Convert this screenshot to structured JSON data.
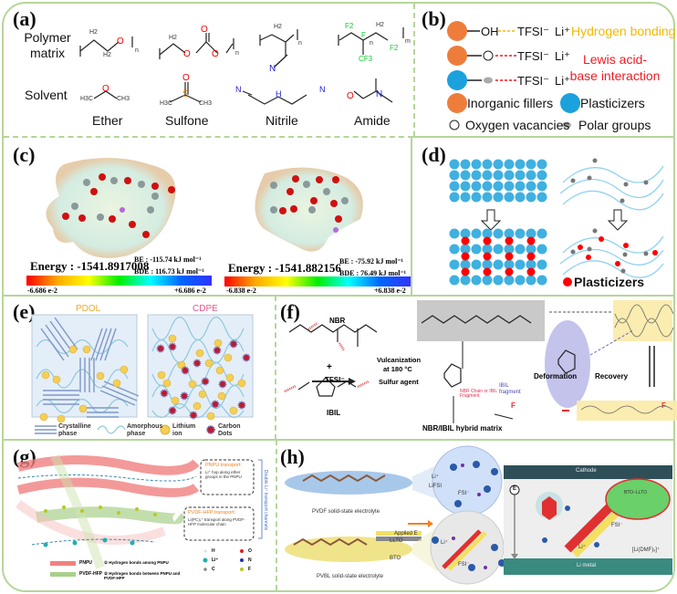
{
  "panels": {
    "a": {
      "label": "(a)",
      "row_polymer": "Polymer matrix",
      "row_solvent": "Solvent",
      "columns": [
        "Ether",
        "Sulfone",
        "Nitrile",
        "Amide"
      ],
      "polymer_atoms": {
        "ether": [
          "H2",
          "O",
          "H2",
          "n"
        ],
        "carbonate": [
          "H2",
          "O",
          "O",
          "O",
          "n"
        ],
        "nitrile": [
          "H2",
          "N",
          "n"
        ],
        "fluoro": [
          "F2",
          "F",
          "H2",
          "CF3",
          "F2",
          "n",
          "m"
        ]
      },
      "solvent_atoms": {
        "ether": [
          "H3C",
          "O",
          "CH3"
        ],
        "sulfone": [
          "O",
          "S",
          "H3C",
          "CH3"
        ],
        "nitrile": [
          "N",
          "H",
          "N"
        ],
        "amide": [
          "O",
          "N"
        ]
      }
    },
    "b": {
      "label": "(b)",
      "rows": [
        {
          "group": "OH",
          "anion": "TFSI⁻",
          "cation": "Li⁺"
        },
        {
          "anion": "TFSI⁻",
          "cation": "Li⁺"
        },
        {
          "anion": "TFSI⁻",
          "cation": "Li⁺"
        }
      ],
      "interaction_1": "Hydrogen bonding",
      "interaction_2": "Lewis acid-base interaction",
      "legend": [
        "Inorganic fillers",
        "Plasticizers",
        "Oxygen vacancies",
        "Polar groups"
      ],
      "colors": {
        "filler": "#ee7d3b",
        "plasticizer": "#1ba1dc",
        "hbond": "#f5b800",
        "lewis": "#ee1c24"
      }
    },
    "c": {
      "label": "(c)",
      "left": {
        "energy": "Energy : -1541.8917008",
        "be": "BE : -115.74 kJ mol⁻¹",
        "bde": "BDE : 116.73 kJ mol⁻¹",
        "min": "-6.686 e-2",
        "max": "+6.686 e-2"
      },
      "right": {
        "energy": "Energy : -1541.882156",
        "be": "BE : -75.92 kJ mol⁻¹",
        "bde": "BDE : 76.49 kJ mol⁻¹",
        "min": "-6.838 e-2",
        "max": "+6.838 e-2"
      }
    },
    "d": {
      "label": "(d)",
      "legend": "Plasticizers"
    },
    "e": {
      "label": "(e)",
      "title_left": "PDOL",
      "title_right": "CDPE",
      "legend": [
        "Crystalline phase",
        "Amorphous phase",
        "Lithium ion",
        "Carbon Dots"
      ]
    },
    "f": {
      "label": "(f)",
      "nbr": "NBR",
      "plus": "+",
      "tfsi": "TFSI⁻",
      "ibil": "IBIL",
      "reaction_1": "Vulcanization",
      "reaction_2": "at 180 °C",
      "reaction_3": "Sulfur agent",
      "chain_note": "NBR Chain or IBIL Fragment",
      "ibil_fragment": "IBIL fragment",
      "matrix": "NBR/IBIL hybrid matrix",
      "deformation": "Deformation",
      "recovery": "Recovery",
      "force": "F"
    },
    "g": {
      "label": "(g)",
      "pnpu_title": "PNPU transport:",
      "pnpu_text": "Li⁺ hop along ether groups in the PNPU",
      "pvdf_title": "PVDF-HFP transport:",
      "pvdf_text": "Li(PC)ₓ⁺ transport along PVDF-HFP molecular chain",
      "side": "Double Li⁺ transport channels",
      "legend_pnpu": "PNPU",
      "legend_pvdf": "PVDF-HFP",
      "hb1": "① Hydrogen bonds among PNPU",
      "hb2": "② Hydrogen bonds between PNPU and PVDF-HFP",
      "atoms": [
        "H",
        "O",
        "Li⁺",
        "N",
        "C",
        "F"
      ]
    },
    "h": {
      "label": "(h)",
      "pvdf": "PVDF solid-state electrolyte",
      "pvbl": "PVBL solid-state electrolyte",
      "lifsi": "LiFSI",
      "li": "Li⁺",
      "fsi": "FSI⁻",
      "llto": "LLTO",
      "bto": "BTO",
      "applied": "Applied E",
      "cathode": "Cathode",
      "li_metal": "Li metal",
      "bto_llto": "BTO–LLTO",
      "complex": "[Li(DMF)ₓ]⁺",
      "e_symbol": "E"
    }
  }
}
